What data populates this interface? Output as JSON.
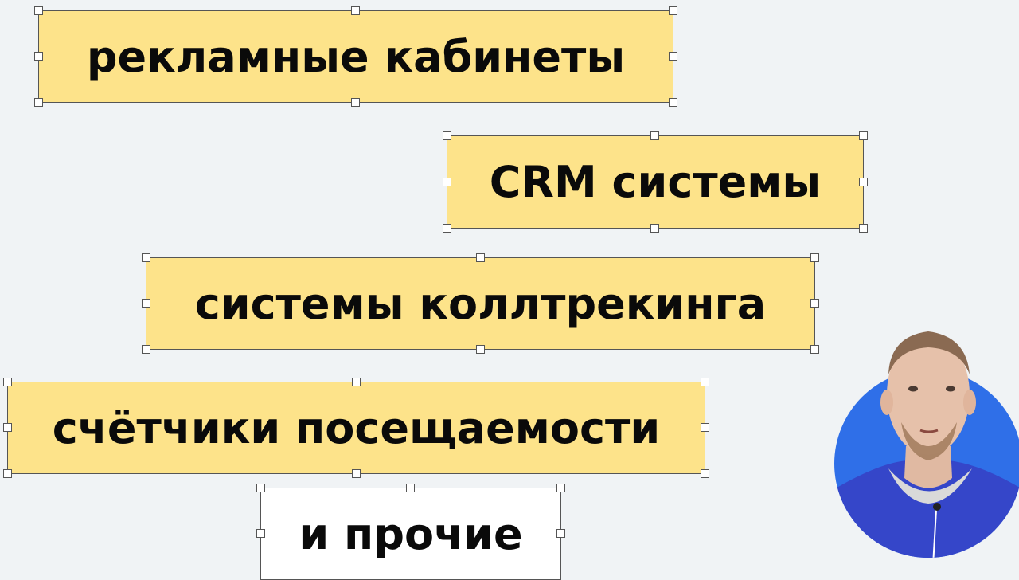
{
  "slide": {
    "background": "#f0f3f5",
    "items": [
      {
        "label": "рекламные кабинеты",
        "fill": "#fde38a"
      },
      {
        "label": "CRM системы",
        "fill": "#fde38a"
      },
      {
        "label": "системы коллтрекинга",
        "fill": "#fde38a"
      },
      {
        "label": "счётчики посещаемости",
        "fill": "#fde38a"
      },
      {
        "label": "и прочие",
        "fill": "#ffffff"
      }
    ]
  },
  "presenter": {
    "circle_color": "#2f6fe8",
    "shirt_color": "#3546c9"
  }
}
